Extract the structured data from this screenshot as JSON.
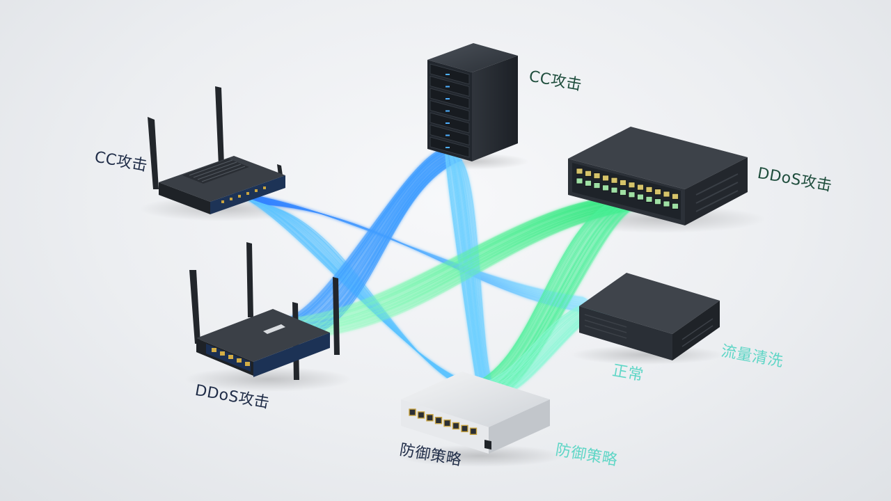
{
  "labels": {
    "cc_attack_router": "CC攻击",
    "cc_attack_server": "CC攻击",
    "ddos_attack_switch": "DDoS攻击",
    "ddos_attack_router": "DDoS攻击",
    "normal": "正常",
    "traffic_scrubbing": "流量清洗",
    "defense_policy_left": "防御策略",
    "defense_policy_right": "防御策略"
  },
  "colors": {
    "background": "#eceef1",
    "device_body": "#2a2f36",
    "device_front": "#1b2b48",
    "blue_stream": "#3aa8ff",
    "green_stream": "#3df08a",
    "cyan_stream": "#7fe7ff",
    "label_navy": "#1f2c47",
    "label_green": "#1e4d3c",
    "label_cyan": "#5fd6c6"
  },
  "devices": [
    {
      "name": "wifi-router-top-left",
      "icon": "router-icon"
    },
    {
      "name": "tower-server",
      "icon": "server-icon"
    },
    {
      "name": "rack-switch",
      "icon": "switch-icon"
    },
    {
      "name": "wifi-router-bottom-left",
      "icon": "router-icon"
    },
    {
      "name": "scrubbing-appliance",
      "icon": "appliance-icon"
    },
    {
      "name": "desktop-switch",
      "icon": "switch-icon"
    }
  ]
}
